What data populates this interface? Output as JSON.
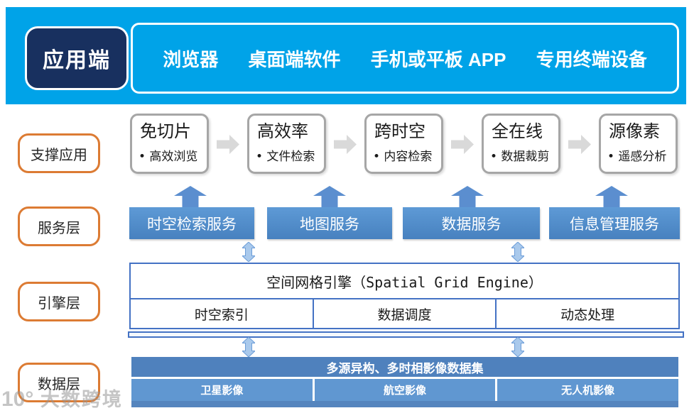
{
  "app_layer": {
    "label": "应用端",
    "clients": [
      "浏览器",
      "桌面端软件",
      "手机或平板 APP",
      "专用终端设备"
    ]
  },
  "side_labels": [
    "支撑应用",
    "服务层",
    "引擎层",
    "数据层"
  ],
  "support_apps": [
    {
      "title": "免切片",
      "bullet": "• 高效浏览"
    },
    {
      "title": "高效率",
      "bullet": "• 文件检索"
    },
    {
      "title": "跨时空",
      "bullet": "• 内容检索"
    },
    {
      "title": "全在线",
      "bullet": "• 数据裁剪"
    },
    {
      "title": "源像素",
      "bullet": "• 遥感分析"
    }
  ],
  "services": [
    "时空检索服务",
    "地图服务",
    "数据服务",
    "信息管理服务"
  ],
  "engine": {
    "title": "空间网格引擎（Spatial Grid Engine）",
    "modules": [
      "时空索引",
      "数据调度",
      "动态处理"
    ]
  },
  "data_layer": {
    "title": "多源异构、多时相影像数据集",
    "datasets": [
      "卫星影像",
      "航空影像",
      "无人机影像"
    ]
  },
  "watermark": {
    "logo": "10°",
    "text": "大数跨境"
  },
  "colors": {
    "banner_blue": "#00A3E8",
    "navy": "#18305F",
    "label_orange": "#DC7B33",
    "box_gray_border": "#A6A6A6",
    "arrow_gray": "#D9D9D9",
    "arrow_blue": "#5B8ECF",
    "service_blue": "#4C89C8",
    "engine_border_blue": "#4472C4",
    "double_arrow_fill": "#A9C9EC",
    "double_arrow_stroke": "#6C9DD8",
    "data_header_blue": "#4F81BD",
    "data_cell_blue": "#6097D1",
    "data_strip_blue": "#5585BE"
  }
}
